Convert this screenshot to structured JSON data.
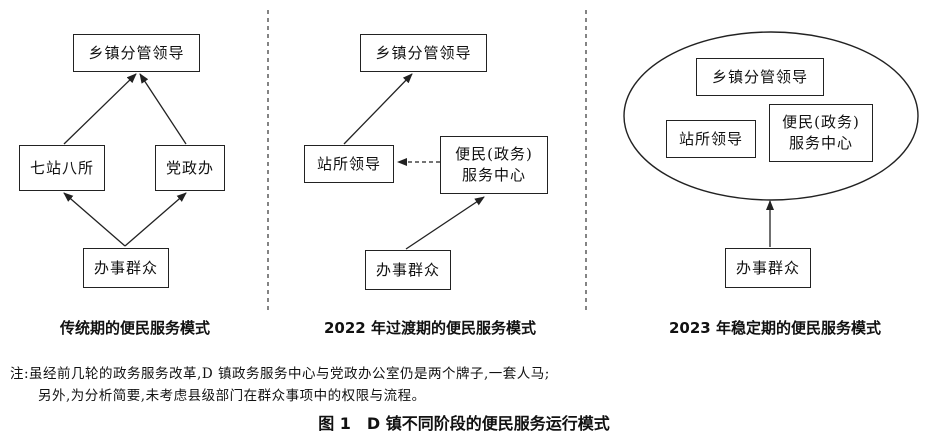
{
  "panel1": {
    "caption": "传统期的便民服务模式",
    "leader": "乡镇分管领导",
    "stations": "七站八所",
    "party_office": "党政办",
    "public": "办事群众"
  },
  "panel2": {
    "caption": "2022 年过渡期的便民服务模式",
    "leader": "乡镇分管领导",
    "station_leader": "站所领导",
    "center_line1": "便民(政务)",
    "center_line2": "服务中心",
    "public": "办事群众"
  },
  "panel3": {
    "caption": "2023 年稳定期的便民服务模式",
    "leader": "乡镇分管领导",
    "station_leader": "站所领导",
    "center_line1": "便民(政务)",
    "center_line2": "服务中心",
    "public": "办事群众"
  },
  "note": {
    "line1": "注:虽经前几轮的政务服务改革,D 镇政务服务中心与党政办公室仍是两个牌子,一套人马;",
    "line2": "另外,为分析简要,未考虑县级部门在群众事项中的权限与流程。"
  },
  "figure_title": "图 1　D 镇不同阶段的便民服务运行模式"
}
